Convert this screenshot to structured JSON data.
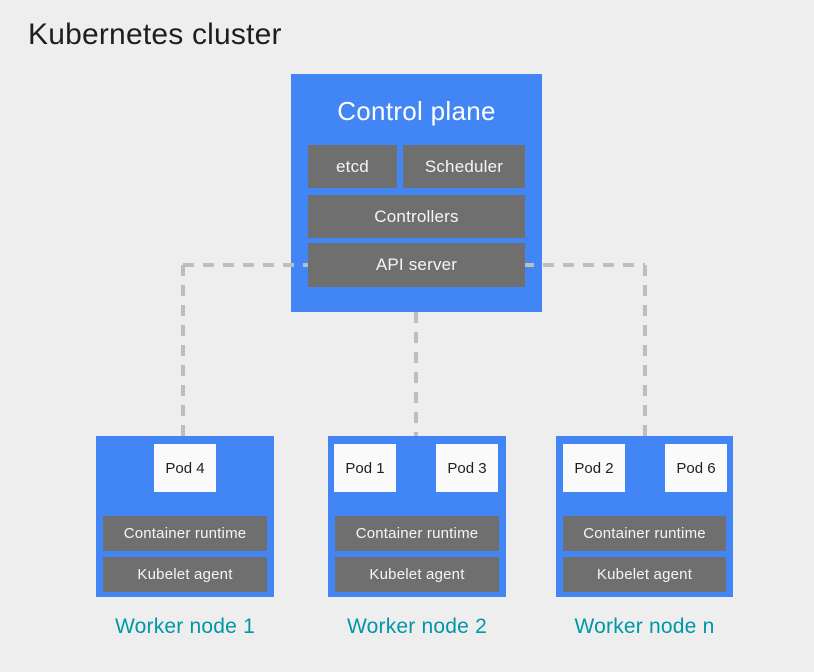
{
  "title": "Kubernetes cluster",
  "control_plane": {
    "title": "Control plane",
    "components": [
      "etcd",
      "Scheduler",
      "Controllers",
      "API server"
    ]
  },
  "worker_nodes": [
    {
      "label": "Worker node 1",
      "pods": [
        "Pod 4"
      ],
      "components": [
        "Container runtime",
        "Kubelet agent"
      ]
    },
    {
      "label": "Worker node 2",
      "pods": [
        "Pod 1",
        "Pod 3"
      ],
      "components": [
        "Container runtime",
        "Kubelet agent"
      ]
    },
    {
      "label": "Worker node n",
      "pods": [
        "Pod 2",
        "Pod 6"
      ],
      "components": [
        "Container runtime",
        "Kubelet agent"
      ]
    }
  ],
  "colors": {
    "background": "#eeeeee",
    "node_fill": "#4285f4",
    "component_fill": "#6f6f6f",
    "pod_fill": "#fafafa",
    "connector": "#bdbdbd",
    "worker_label_text": "#0097a7",
    "title_text": "#1e1e1e",
    "component_text": "#f5f5f5"
  }
}
